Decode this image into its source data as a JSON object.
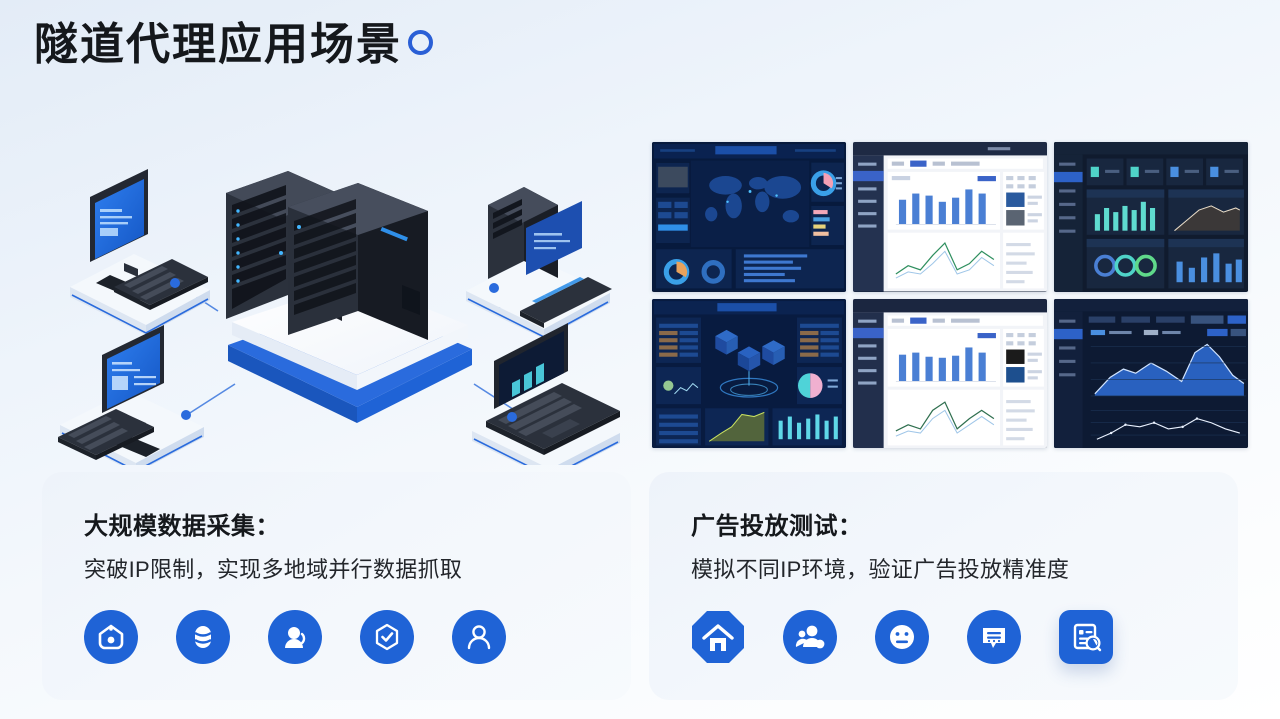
{
  "page": {
    "title": "隧道代理应用场景",
    "decoration_icon": "ring-dot-icon",
    "accent_color": "#1f63d6",
    "title_dot_color": "#2a5fd6",
    "background_color": "#eef4fb"
  },
  "illustration": {
    "name": "isometric-network-diagram",
    "center_node": "server-rack",
    "platform_color": "#1f63d6",
    "nodes": [
      {
        "name": "desktop-computer-top-left",
        "position": "top-left"
      },
      {
        "name": "server-tower-top-right",
        "position": "top-right"
      },
      {
        "name": "desktop-computer-bottom-left",
        "position": "bottom-left"
      },
      {
        "name": "laptop-bottom-right",
        "position": "bottom-right"
      }
    ],
    "connector_dot_color": "#2a6bdd"
  },
  "gallery": {
    "name": "dashboard-screenshot-gallery",
    "columns": 3,
    "rows": 2,
    "thumbnails": [
      {
        "id": "thumb-1",
        "style": "dark",
        "layout": "world-map-bi-dashboard",
        "charts": [
          "world-map",
          "donut",
          "bar-list",
          "progress"
        ]
      },
      {
        "id": "thumb-2",
        "style": "light",
        "layout": "admin-console-dashboard",
        "charts": [
          "bar",
          "line",
          "list"
        ]
      },
      {
        "id": "thumb-3",
        "style": "dark",
        "layout": "kpi-dashboard",
        "charts": [
          "kpi-cards",
          "bar",
          "area",
          "ring-gauges",
          "bar"
        ]
      },
      {
        "id": "thumb-4",
        "style": "dark",
        "layout": "3d-cube-dashboard",
        "charts": [
          "cubes",
          "pie",
          "area",
          "bar",
          "table"
        ]
      },
      {
        "id": "thumb-5",
        "style": "light",
        "layout": "admin-console-dashboard",
        "charts": [
          "bar",
          "line",
          "list"
        ]
      },
      {
        "id": "thumb-6",
        "style": "dark",
        "layout": "trend-analysis-dashboard",
        "charts": [
          "area",
          "line"
        ]
      }
    ]
  },
  "cards": [
    {
      "id": "card-data-collection",
      "title": "大规模数据采集：",
      "subtitle": "突破IP限制，实现多地域并行数据抓取",
      "icons": [
        {
          "name": "home-shield-icon",
          "shape": "circle"
        },
        {
          "name": "database-icon",
          "shape": "circle"
        },
        {
          "name": "support-agent-icon",
          "shape": "circle"
        },
        {
          "name": "shield-check-icon",
          "shape": "circle"
        },
        {
          "name": "user-icon",
          "shape": "circle"
        }
      ]
    },
    {
      "id": "card-ad-testing",
      "title": "广告投放测试：",
      "subtitle": "模拟不同IP环境，验证广告投放精准度",
      "icons": [
        {
          "name": "house-octagon-icon",
          "shape": "octagon"
        },
        {
          "name": "users-group-icon",
          "shape": "circle"
        },
        {
          "name": "neutral-face-icon",
          "shape": "circle"
        },
        {
          "name": "chat-bubble-icon",
          "shape": "circle"
        },
        {
          "name": "document-search-icon",
          "shape": "square"
        }
      ]
    }
  ]
}
